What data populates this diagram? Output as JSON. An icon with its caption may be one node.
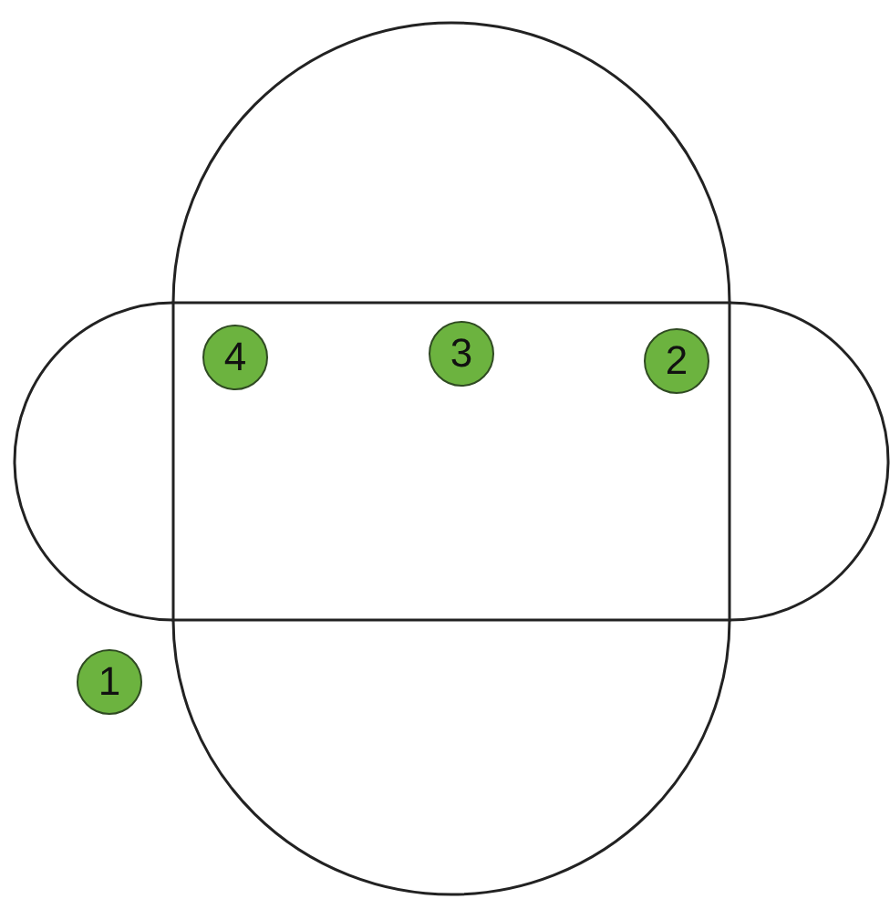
{
  "diagram": {
    "nodes": [
      {
        "text": [
          "4"
        ]
      },
      {
        "text": [
          "3"
        ]
      },
      {
        "text": [
          "2"
        ]
      },
      {
        "text": [
          "1"
        ]
      }
    ]
  }
}
